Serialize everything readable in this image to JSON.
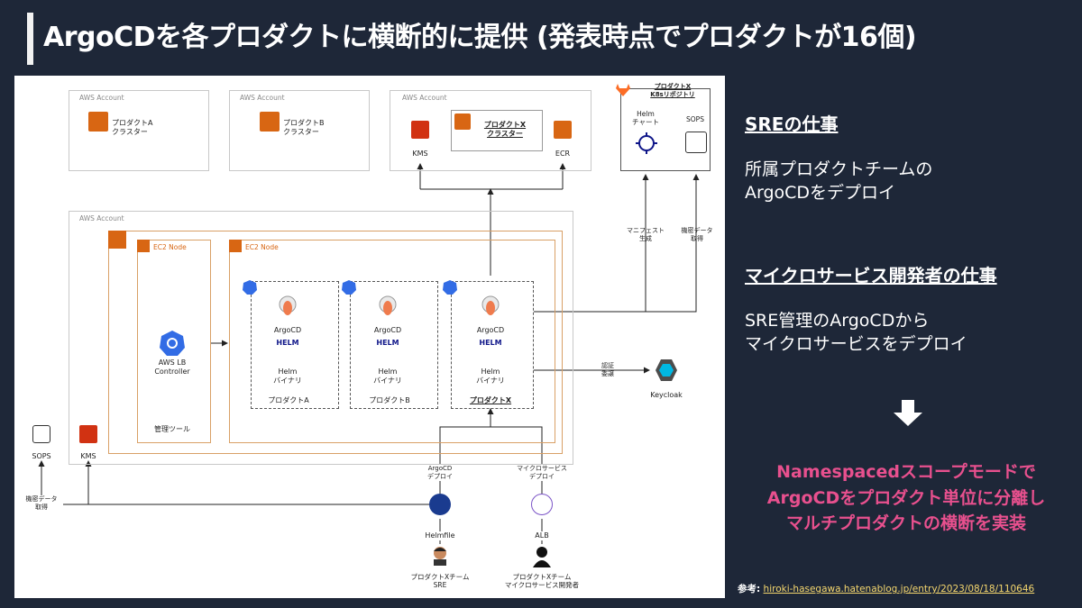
{
  "title": "ArgoCDを各プロダクトに横断的に提供 (発表時点でプロダクトが16個)",
  "diagram": {
    "aws_account_label": "AWS Account",
    "ec2_node_label": "EC2 Node",
    "cluster_a": "プロダクトA\nクラスター",
    "cluster_b": "プロダクトB\nクラスター",
    "cluster_x": "プロダクトX\nクラスター",
    "kms": "KMS",
    "ecr": "ECR",
    "repo_title": "プロダクトX\nK8sリポジトリ",
    "helm_chart": "Helm\nチャート",
    "sops": "SOPS",
    "manifest_gen": "マニフェスト\n生成",
    "secret_fetch": "機密データ\n取得",
    "aws_lb": "AWS LB\nController",
    "mgmt_tools": "管理ツール",
    "argocd": "ArgoCD",
    "helm_binary": "Helm\nバイナリ",
    "product_a": "プロダクトA",
    "product_b": "プロダクトB",
    "product_x": "プロダクトX",
    "auth_delegate": "認証\n委譲",
    "keycloak": "Keycloak",
    "sops_bottom": "SOPS",
    "kms_bottom": "KMS",
    "secret_fetch_bottom": "機密データ\n取得",
    "argocd_deploy": "ArgoCD\nデプロイ",
    "ms_deploy": "マイクロサービス\nデプロイ",
    "helmfile": "Helmfile",
    "alb": "ALB",
    "team_sre": "プロダクトXチーム\nSRE",
    "team_dev": "プロダクトXチーム\nマイクロサービス開発者",
    "helm_logo": "HELM"
  },
  "panel": {
    "sre_heading": "SREの仕事",
    "sre_text": "所属プロダクトチームの\nArgoCDをデプロイ",
    "dev_heading": "マイクロサービス開発者の仕事",
    "dev_text": "SRE管理のArgoCDから\nマイクロサービスをデプロイ",
    "highlight": "Namespacedスコープモードで\nArgoCDをプロダクト単位に分離し\nマルチプロダクトの横断を実装"
  },
  "reference": {
    "label": "参考:",
    "url": "hiroki-hasegawa.hatenablog.jp/entry/2023/08/18/110646"
  },
  "colors": {
    "background": "#1e2738",
    "highlight": "#e8508e",
    "aws_orange": "#d86613",
    "kms_red": "#d13212",
    "k8s_blue": "#326ce5",
    "helm_navy": "#0f1689"
  }
}
